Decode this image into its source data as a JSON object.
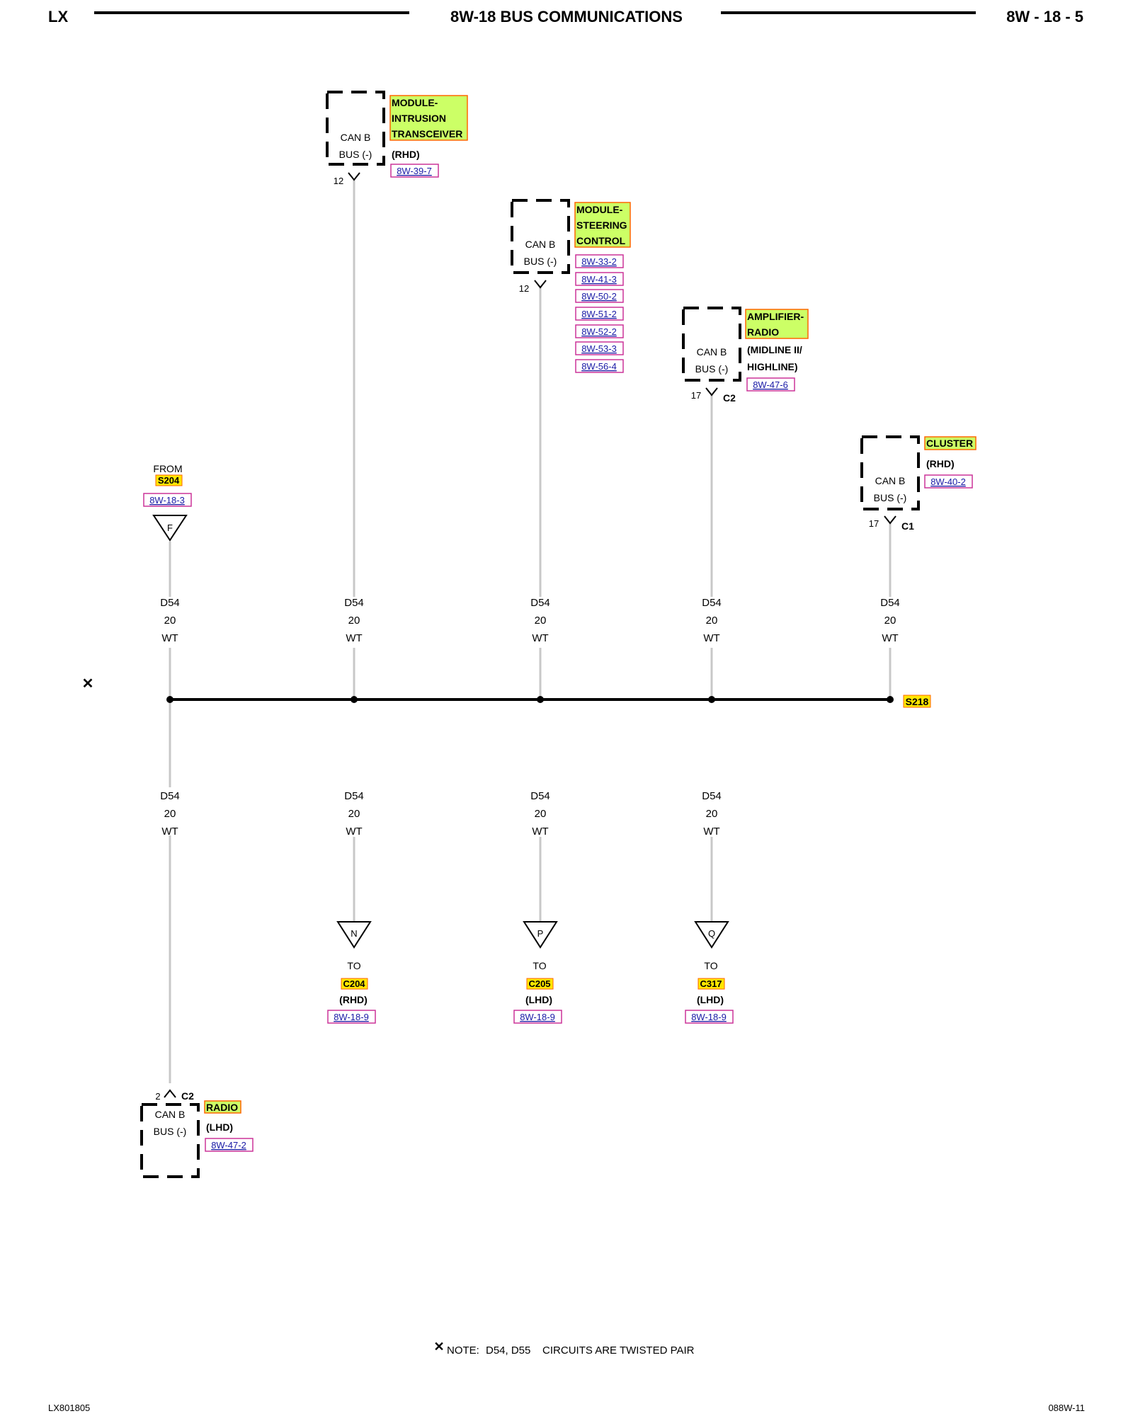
{
  "header": {
    "left": "LX",
    "title": "8W-18 BUS COMMUNICATIONS",
    "right": "8W - 18 - 5"
  },
  "footer": {
    "left": "LX801805",
    "right": "088W-11",
    "note_label": "NOTE:",
    "note_text": "D54, D55    CIRCUITS ARE TWISTED PAIR"
  },
  "colors": {
    "component_highlight": "#ccff66",
    "splice_highlight": "#ffe600",
    "highlight_border": "#ff6600",
    "ref_border": "#cc3399",
    "ref_text": "#1a1aa6",
    "wire": "#c8c8c8",
    "bus": "#000000"
  },
  "modules": {
    "intrusion": {
      "box_line1": "CAN B",
      "box_line2": "BUS (-)",
      "name_lines": [
        "MODULE-",
        "INTRUSION",
        "TRANSCEIVER"
      ],
      "qualifier": "(RHD)",
      "refs": [
        "8W-39-7"
      ],
      "pin": "12"
    },
    "steering": {
      "box_line1": "CAN B",
      "box_line2": "BUS (-)",
      "name_lines": [
        "MODULE-",
        "STEERING",
        "CONTROL"
      ],
      "refs": [
        "8W-33-2",
        "8W-41-3",
        "8W-50-2",
        "8W-51-2",
        "8W-52-2",
        "8W-53-3",
        "8W-56-4"
      ],
      "pin": "12"
    },
    "amplifier": {
      "box_line1": "CAN B",
      "box_line2": "BUS (-)",
      "name_lines": [
        "AMPLIFIER-",
        "RADIO"
      ],
      "qualifier_lines": [
        "(MIDLINE II/",
        "HIGHLINE)"
      ],
      "refs": [
        "8W-47-6"
      ],
      "pin": "17",
      "connector": "C2"
    },
    "cluster": {
      "box_line1": "CAN B",
      "box_line2": "BUS (-)",
      "name_lines": [
        "CLUSTER"
      ],
      "qualifier": "(RHD)",
      "refs": [
        "8W-40-2"
      ],
      "pin": "17",
      "connector": "C1"
    },
    "radio": {
      "box_line1": "CAN B",
      "box_line2": "BUS (-)",
      "name_lines": [
        "RADIO"
      ],
      "qualifier": "(LHD)",
      "refs": [
        "8W-47-2"
      ],
      "pin": "2",
      "connector": "C2"
    }
  },
  "from_connector": {
    "label": "FROM",
    "splice": "S204",
    "ref": "8W-18-3",
    "letter": "F"
  },
  "wires": {
    "circuit": "D54",
    "gauge": "20",
    "color": "WT"
  },
  "splice": {
    "id": "S218"
  },
  "to_connectors": [
    {
      "letter": "N",
      "label": "TO",
      "connector": "C204",
      "qualifier": "(RHD)",
      "ref": "8W-18-9"
    },
    {
      "letter": "P",
      "label": "TO",
      "connector": "C205",
      "qualifier": "(LHD)",
      "ref": "8W-18-9"
    },
    {
      "letter": "Q",
      "label": "TO",
      "connector": "C317",
      "qualifier": "(LHD)",
      "ref": "8W-18-9"
    }
  ],
  "twisted_pair_symbol": "✕"
}
